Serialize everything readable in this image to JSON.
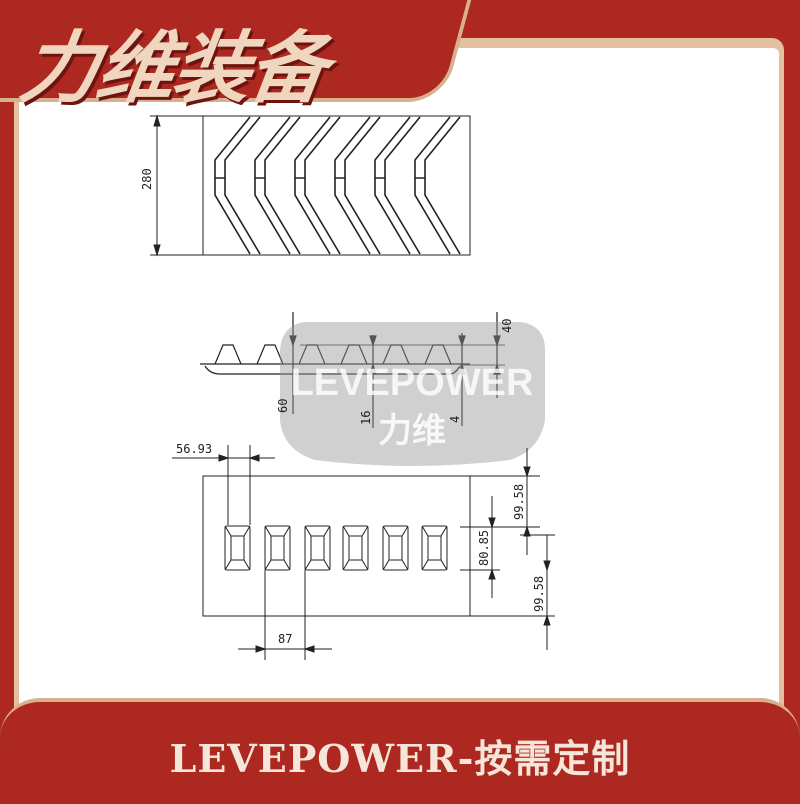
{
  "brand": {
    "logo_text": "力维装备"
  },
  "drawing": {
    "top_view": {
      "height_label": "280",
      "chevron_count": 6
    },
    "side_view": {
      "dim_60": "60",
      "dim_16": "16",
      "dim_4": "4",
      "dim_40": "40"
    },
    "front_view": {
      "dim_56_93": "56.93",
      "dim_87": "87",
      "dim_99_58_top": "99.58",
      "dim_80_85": "80.85",
      "dim_99_58_bottom": "99.58"
    }
  },
  "watermark": {
    "text_en": "LEVEPOWER",
    "text_cn": "力维"
  },
  "banner": {
    "text": "LEVEPOWER-按需定制"
  },
  "colors": {
    "brand_red": "#ad2820",
    "beige": "#e2c0a0"
  }
}
